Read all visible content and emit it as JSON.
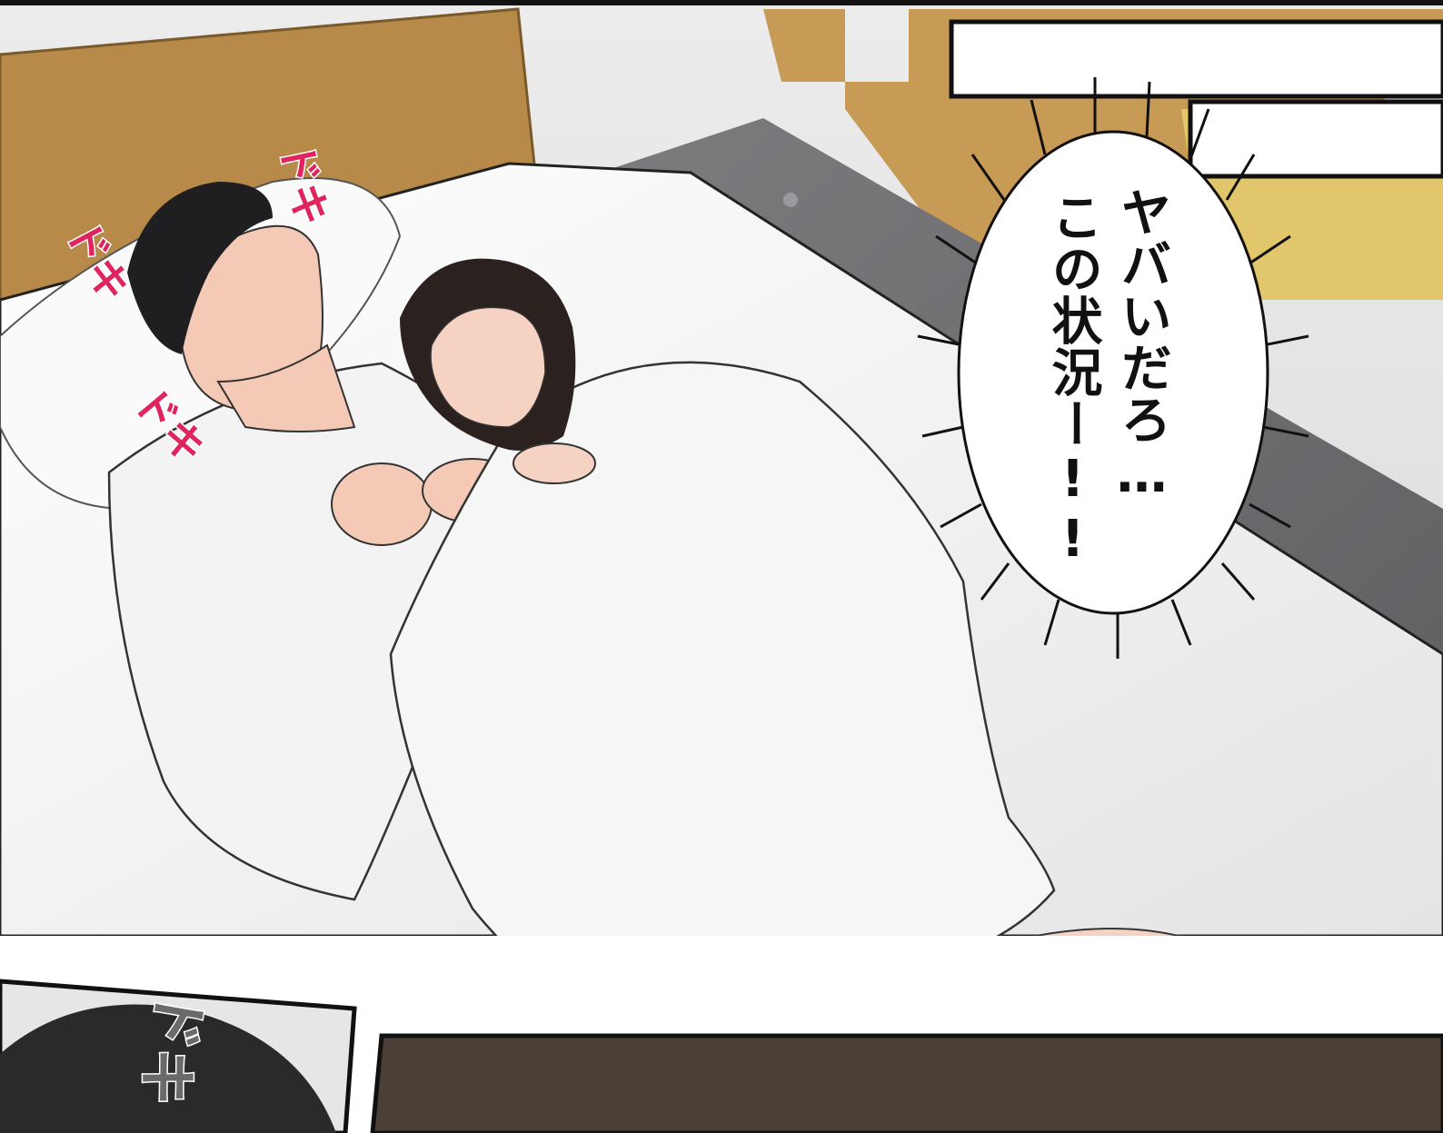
{
  "panel_top": {
    "speech_bubble": {
      "column_1": "ヤバいだろ…",
      "column_2": "この状況ー!!"
    },
    "sfx": [
      "ドキ",
      "ドキ",
      "ドキ"
    ]
  },
  "panel_bottom": {
    "sfx": "ドキ"
  },
  "colors": {
    "sfx_pink": "#e0245e",
    "panel_border": "#111111",
    "robe_white": "#f2f2f2",
    "hair_dark": "#2b2220",
    "headboard_wood": "#b88a4a"
  }
}
